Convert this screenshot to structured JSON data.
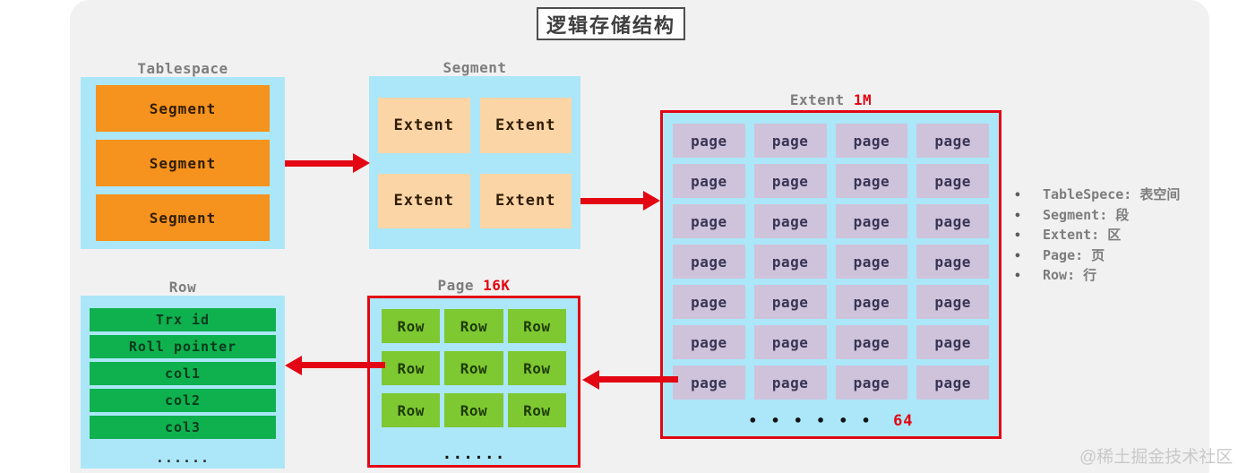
{
  "title": "逻辑存储结构",
  "colors": {
    "card_bg": "#f1f1f1",
    "container_blue": "#abe7f8",
    "segment_orange": "#f6921e",
    "extent_peach": "#fcd5a7",
    "page_lavender": "#cec3db",
    "row_light_green": "#7ec832",
    "field_green": "#0fb14e",
    "accent_red": "#e30613",
    "label_gray": "#7d7d7d"
  },
  "tablespace": {
    "label": "Tablespace",
    "segments": [
      "Segment",
      "Segment",
      "Segment"
    ]
  },
  "segment": {
    "label": "Segment",
    "extents": [
      "Extent",
      "Extent",
      "Extent",
      "Extent"
    ]
  },
  "extent": {
    "label": "Extent",
    "size_label": "1M",
    "page_label": "page",
    "page_rows": 7,
    "page_cols": 4,
    "ellipsis": "• • • • • •",
    "count_label": "64"
  },
  "page": {
    "label": "Page",
    "size_label": "16K",
    "row_label": "Row",
    "rows": 3,
    "cols": 3,
    "ellipsis": "......"
  },
  "row": {
    "label": "Row",
    "fields": [
      "Trx id",
      "Roll pointer",
      "col1",
      "col2",
      "col3"
    ],
    "ellipsis": "......"
  },
  "legend": {
    "bullet": "•",
    "items": [
      "TableSpece: 表空间",
      "Segment: 段",
      "Extent: 区",
      "Page: 页",
      "Row: 行"
    ]
  },
  "watermark": "@稀土掘金技术社区"
}
